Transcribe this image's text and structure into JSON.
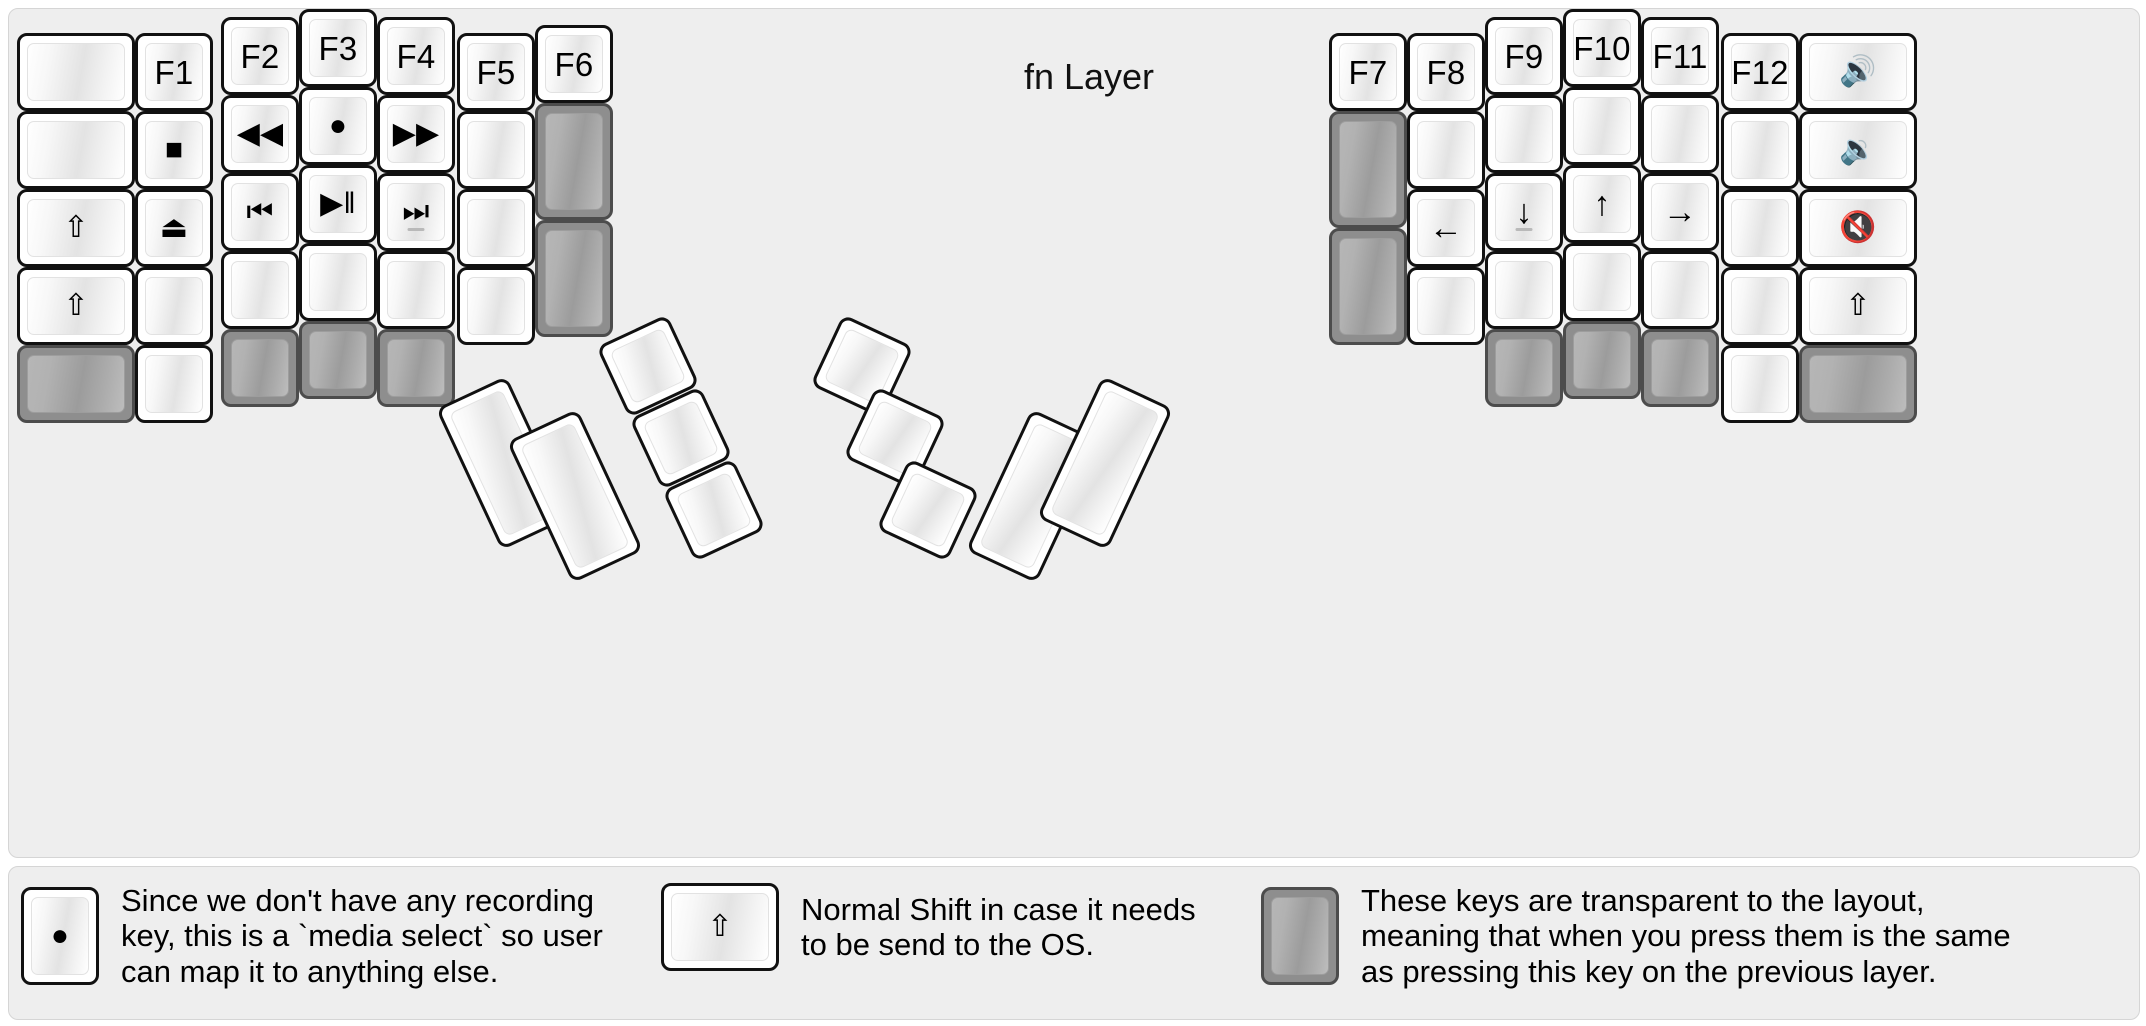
{
  "title": "fn Layer",
  "colors": {
    "panel_bg": "#eeeeee",
    "key_border": "#111111",
    "key_face_light": "#ffffff",
    "key_face_shade": "#e3e3e3",
    "transparent_key_fill": "#8e8e8e",
    "transparent_key_border": "#4c4c4c",
    "text": "#000000"
  },
  "glyphs": {
    "blank": "",
    "f1": "F1",
    "f2": "F2",
    "f3": "F3",
    "f4": "F4",
    "f5": "F5",
    "f6": "F6",
    "f7": "F7",
    "f8": "F8",
    "f9": "F9",
    "f10": "F10",
    "f11": "F11",
    "f12": "F12",
    "media_stop": "■",
    "media_eject": "⏏",
    "media_rewind": "◀◀",
    "media_record": "●",
    "media_fast_forward": "▶▶",
    "media_prev_track": "⏮",
    "media_play_pause": "▶‖",
    "media_next_track": "⏭",
    "caps_lock_shift": "⇧",
    "shift": "⇧",
    "arrow_left": "←",
    "arrow_down": "↓",
    "arrow_up": "↑",
    "arrow_right": "→",
    "volume_up": "🔊",
    "volume_down": "🔉",
    "volume_mute": "🔇"
  },
  "left_half": {
    "columns": [
      {
        "name": "col-outer-left",
        "keys": [
          {
            "name": "key-blank-1",
            "glyph": "",
            "state": "normal"
          },
          {
            "name": "key-blank-2",
            "glyph": "",
            "state": "normal"
          },
          {
            "name": "key-caps-shift",
            "glyph": "caps_lock_shift",
            "state": "normal"
          },
          {
            "name": "key-shift",
            "glyph": "shift",
            "state": "normal"
          },
          {
            "name": "key-transparent-left-1",
            "glyph": "",
            "state": "transparent"
          }
        ]
      },
      {
        "name": "col-f1",
        "keys": [
          {
            "name": "key-f1",
            "glyph": "f1",
            "state": "normal"
          },
          {
            "name": "key-media-stop",
            "glyph": "media_stop",
            "state": "normal"
          },
          {
            "name": "key-media-eject",
            "glyph": "media_eject",
            "state": "normal"
          },
          {
            "name": "key-blank-3",
            "glyph": "",
            "state": "normal"
          },
          {
            "name": "key-blank-4",
            "glyph": "",
            "state": "normal"
          }
        ]
      },
      {
        "name": "col-f2",
        "keys": [
          {
            "name": "key-f2",
            "glyph": "f2",
            "state": "normal"
          },
          {
            "name": "key-media-rewind",
            "glyph": "media_rewind",
            "state": "normal"
          },
          {
            "name": "key-media-prev-track",
            "glyph": "media_prev_track",
            "state": "normal"
          },
          {
            "name": "key-blank-5",
            "glyph": "",
            "state": "normal"
          },
          {
            "name": "key-transparent-left-2",
            "glyph": "",
            "state": "transparent"
          }
        ]
      },
      {
        "name": "col-f3",
        "keys": [
          {
            "name": "key-f3",
            "glyph": "f3",
            "state": "normal"
          },
          {
            "name": "key-media-record",
            "glyph": "media_record",
            "state": "normal"
          },
          {
            "name": "key-media-play-pause",
            "glyph": "media_play_pause",
            "state": "normal"
          },
          {
            "name": "key-blank-6",
            "glyph": "",
            "state": "normal"
          },
          {
            "name": "key-transparent-left-3",
            "glyph": "",
            "state": "transparent"
          }
        ]
      },
      {
        "name": "col-f4",
        "keys": [
          {
            "name": "key-f4",
            "glyph": "f4",
            "state": "normal"
          },
          {
            "name": "key-media-fast-forward",
            "glyph": "media_fast_forward",
            "state": "normal"
          },
          {
            "name": "key-media-next-track",
            "glyph": "media_next_track",
            "state": "normal",
            "homing": true
          },
          {
            "name": "key-blank-7",
            "glyph": "",
            "state": "normal"
          },
          {
            "name": "key-transparent-left-4",
            "glyph": "",
            "state": "transparent"
          }
        ]
      },
      {
        "name": "col-f5",
        "keys": [
          {
            "name": "key-f5",
            "glyph": "f5",
            "state": "normal"
          },
          {
            "name": "key-blank-8",
            "glyph": "",
            "state": "normal"
          },
          {
            "name": "key-blank-9",
            "glyph": "",
            "state": "normal"
          },
          {
            "name": "key-blank-10",
            "glyph": "",
            "state": "normal"
          }
        ]
      },
      {
        "name": "col-f6",
        "keys": [
          {
            "name": "key-f6",
            "glyph": "f6",
            "state": "normal"
          },
          {
            "name": "key-transparent-left-tall-1",
            "glyph": "",
            "state": "transparent"
          },
          {
            "name": "key-transparent-left-tall-2",
            "glyph": "",
            "state": "transparent"
          }
        ]
      }
    ],
    "thumb_cluster": [
      {
        "name": "thumb-left-big-1",
        "glyph": "",
        "state": "normal"
      },
      {
        "name": "thumb-left-big-2",
        "glyph": "",
        "state": "normal"
      },
      {
        "name": "thumb-left-small-1",
        "glyph": "",
        "state": "normal"
      },
      {
        "name": "thumb-left-small-2",
        "glyph": "",
        "state": "normal"
      },
      {
        "name": "thumb-left-small-3",
        "glyph": "",
        "state": "normal"
      }
    ]
  },
  "right_half": {
    "columns": [
      {
        "name": "col-f7",
        "keys": [
          {
            "name": "key-f7",
            "glyph": "f7",
            "state": "normal"
          },
          {
            "name": "key-transparent-right-tall-1",
            "glyph": "",
            "state": "transparent"
          },
          {
            "name": "key-transparent-right-tall-2",
            "glyph": "",
            "state": "transparent"
          }
        ]
      },
      {
        "name": "col-f8",
        "keys": [
          {
            "name": "key-f8",
            "glyph": "f8",
            "state": "normal"
          },
          {
            "name": "key-blank-11",
            "glyph": "",
            "state": "normal"
          },
          {
            "name": "key-arrow-left",
            "glyph": "arrow_left",
            "state": "normal"
          },
          {
            "name": "key-blank-12",
            "glyph": "",
            "state": "normal"
          }
        ]
      },
      {
        "name": "col-f9",
        "keys": [
          {
            "name": "key-f9",
            "glyph": "f9",
            "state": "normal"
          },
          {
            "name": "key-blank-13",
            "glyph": "",
            "state": "normal"
          },
          {
            "name": "key-arrow-down",
            "glyph": "arrow_down",
            "state": "normal",
            "homing": true
          },
          {
            "name": "key-blank-14",
            "glyph": "",
            "state": "normal"
          },
          {
            "name": "key-transparent-right-1",
            "glyph": "",
            "state": "transparent"
          }
        ]
      },
      {
        "name": "col-f10",
        "keys": [
          {
            "name": "key-f10",
            "glyph": "f10",
            "state": "normal"
          },
          {
            "name": "key-blank-15",
            "glyph": "",
            "state": "normal"
          },
          {
            "name": "key-arrow-up",
            "glyph": "arrow_up",
            "state": "normal"
          },
          {
            "name": "key-blank-16",
            "glyph": "",
            "state": "normal"
          },
          {
            "name": "key-transparent-right-2",
            "glyph": "",
            "state": "transparent"
          }
        ]
      },
      {
        "name": "col-f11",
        "keys": [
          {
            "name": "key-f11",
            "glyph": "f11",
            "state": "normal"
          },
          {
            "name": "key-blank-17",
            "glyph": "",
            "state": "normal"
          },
          {
            "name": "key-arrow-right",
            "glyph": "arrow_right",
            "state": "normal"
          },
          {
            "name": "key-blank-18",
            "glyph": "",
            "state": "normal"
          },
          {
            "name": "key-transparent-right-3",
            "glyph": "",
            "state": "transparent"
          }
        ]
      },
      {
        "name": "col-f12",
        "keys": [
          {
            "name": "key-f12",
            "glyph": "f12",
            "state": "normal"
          },
          {
            "name": "key-blank-19",
            "glyph": "",
            "state": "normal"
          },
          {
            "name": "key-blank-20",
            "glyph": "",
            "state": "normal"
          },
          {
            "name": "key-blank-21",
            "glyph": "",
            "state": "normal"
          },
          {
            "name": "key-blank-22",
            "glyph": "",
            "state": "normal"
          }
        ]
      },
      {
        "name": "col-outer-right",
        "keys": [
          {
            "name": "key-volume-up",
            "glyph": "volume_up",
            "state": "normal"
          },
          {
            "name": "key-volume-down",
            "glyph": "volume_down",
            "state": "normal"
          },
          {
            "name": "key-volume-mute",
            "glyph": "volume_mute",
            "state": "normal"
          },
          {
            "name": "key-shift-right",
            "glyph": "shift",
            "state": "normal"
          },
          {
            "name": "key-transparent-right-4",
            "glyph": "",
            "state": "transparent"
          }
        ]
      }
    ],
    "thumb_cluster": [
      {
        "name": "thumb-right-big-1",
        "glyph": "",
        "state": "normal"
      },
      {
        "name": "thumb-right-big-2",
        "glyph": "",
        "state": "normal"
      },
      {
        "name": "thumb-right-small-1",
        "glyph": "",
        "state": "normal"
      },
      {
        "name": "thumb-right-small-2",
        "glyph": "",
        "state": "normal"
      },
      {
        "name": "thumb-right-small-3",
        "glyph": "",
        "state": "normal"
      }
    ]
  },
  "legend": [
    {
      "name": "legend-media-select",
      "key_glyph": "media_record",
      "key_state": "normal",
      "text": "Since we don't have any recording\nkey, this is a `media select` so user\ncan map it to anything else."
    },
    {
      "name": "legend-normal-shift",
      "key_glyph": "shift",
      "key_state": "normal",
      "text": "Normal Shift in case it needs\nto be send to the OS."
    },
    {
      "name": "legend-transparent",
      "key_glyph": "",
      "key_state": "transparent",
      "text": "These keys are transparent to the layout,\nmeaning that when you press them is the same\nas pressing this key on the previous layer."
    }
  ]
}
